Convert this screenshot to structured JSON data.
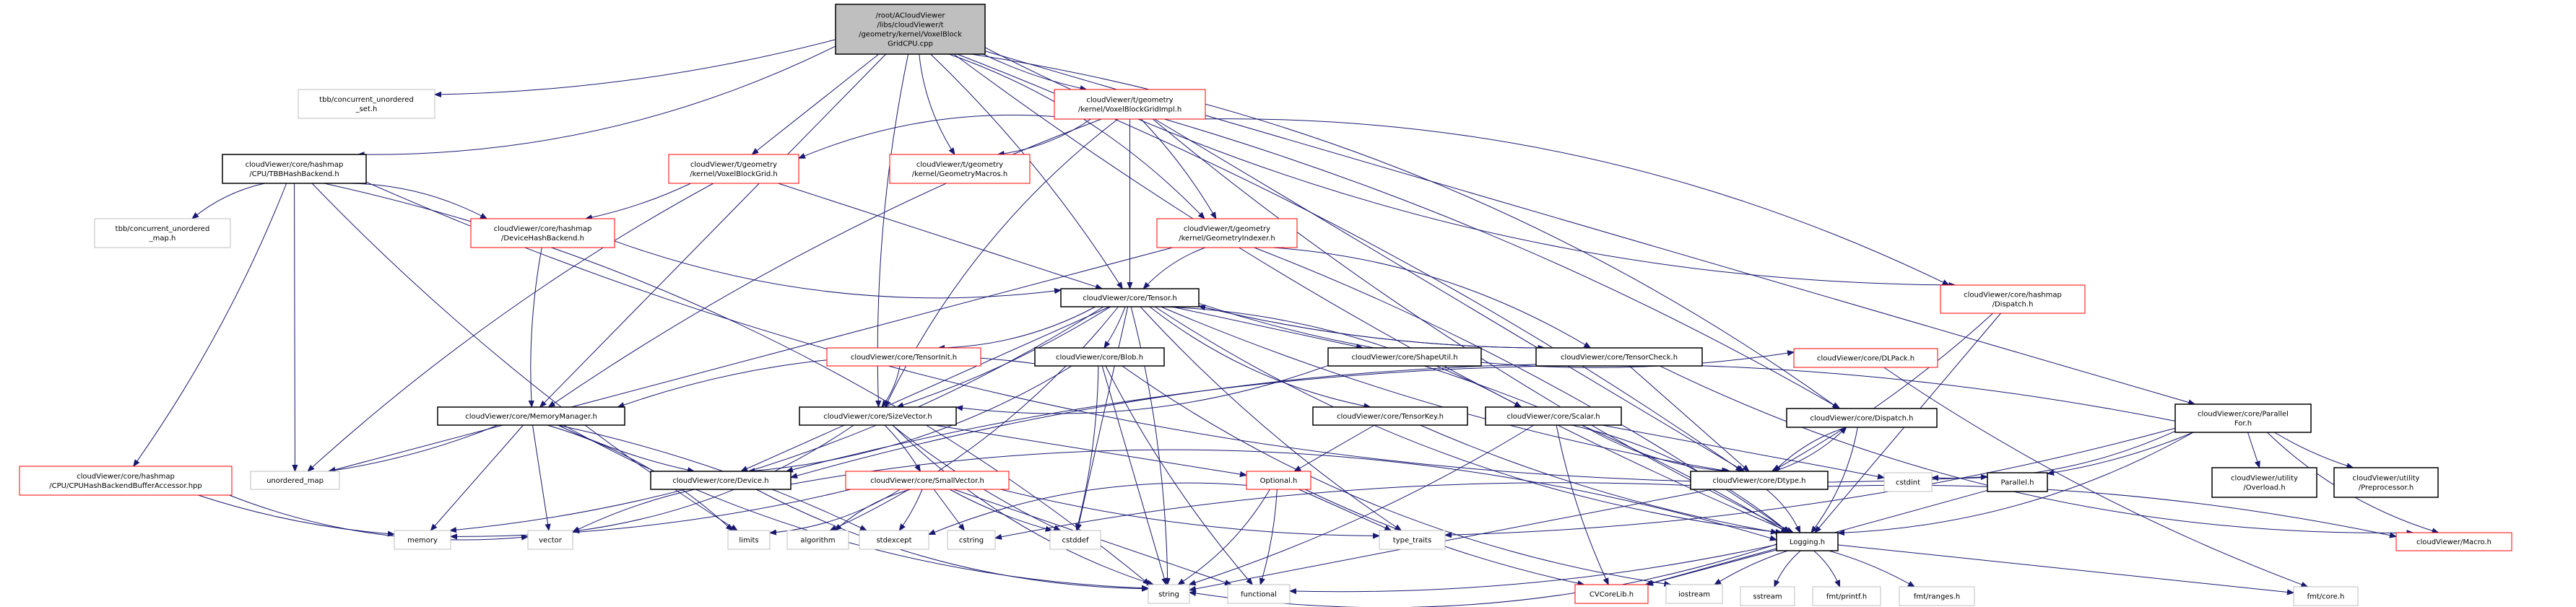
{
  "graph": {
    "colors": {
      "edge": "#191970",
      "root_fill": "#bfbfbf",
      "root_border": "#000000",
      "documented_border": "#000000",
      "missing_docs_border": "#ff0000",
      "external_border": "#bfbfbf"
    },
    "nodes": [
      {
        "id": "root",
        "kind": "root",
        "lines": [
          "/root/ACloudViewer",
          "/libs/cloudViewer/t",
          "/geometry/kernel/VoxelBlock",
          "GridCPU.cpp"
        ]
      },
      {
        "id": "tbb_set",
        "kind": "external",
        "lines": [
          "tbb/concurrent_unordered",
          "_set.h"
        ]
      },
      {
        "id": "tbb_backend",
        "kind": "documented",
        "lines": [
          "cloudViewer/core/hashmap",
          "/CPU/TBBHashBackend.h"
        ]
      },
      {
        "id": "vbg",
        "kind": "red",
        "lines": [
          "cloudViewer/t/geometry",
          "/kernel/VoxelBlockGrid.h"
        ]
      },
      {
        "id": "vbg_impl",
        "kind": "red",
        "lines": [
          "cloudViewer/t/geometry",
          "/kernel/VoxelBlockGridImpl.h"
        ]
      },
      {
        "id": "geom_macros",
        "kind": "red",
        "lines": [
          "cloudViewer/t/geometry",
          "/kernel/GeometryMacros.h"
        ]
      },
      {
        "id": "geom_indexer",
        "kind": "red",
        "lines": [
          "cloudViewer/t/geometry",
          "/kernel/GeometryIndexer.h"
        ]
      },
      {
        "id": "tbb_map",
        "kind": "external",
        "lines": [
          "tbb/concurrent_unordered",
          "_map.h"
        ]
      },
      {
        "id": "device_hash_backend",
        "kind": "red",
        "lines": [
          "cloudViewer/core/hashmap",
          "/DeviceHashBackend.h"
        ]
      },
      {
        "id": "tensor",
        "kind": "documented",
        "lines": [
          "cloudViewer/core/Tensor.h"
        ]
      },
      {
        "id": "hashmap_dispatch",
        "kind": "red",
        "lines": [
          "cloudViewer/core/hashmap",
          "/Dispatch.h"
        ]
      },
      {
        "id": "tensor_init",
        "kind": "red",
        "lines": [
          "cloudViewer/core/TensorInit.h"
        ]
      },
      {
        "id": "blob",
        "kind": "documented",
        "lines": [
          "cloudViewer/core/Blob.h"
        ]
      },
      {
        "id": "shape_util",
        "kind": "documented",
        "lines": [
          "cloudViewer/core/ShapeUtil.h"
        ]
      },
      {
        "id": "tensor_check",
        "kind": "documented",
        "lines": [
          "cloudViewer/core/TensorCheck.h"
        ]
      },
      {
        "id": "dlpack",
        "kind": "red",
        "lines": [
          "cloudViewer/core/DLPack.h"
        ]
      },
      {
        "id": "memory_manager",
        "kind": "documented",
        "lines": [
          "cloudViewer/core/MemoryManager.h"
        ]
      },
      {
        "id": "size_vector",
        "kind": "documented",
        "lines": [
          "cloudViewer/core/SizeVector.h"
        ]
      },
      {
        "id": "tensor_key",
        "kind": "documented",
        "lines": [
          "cloudViewer/core/TensorKey.h"
        ]
      },
      {
        "id": "scalar",
        "kind": "documented",
        "lines": [
          "cloudViewer/core/Scalar.h"
        ]
      },
      {
        "id": "dispatch",
        "kind": "documented",
        "lines": [
          "cloudViewer/core/Dispatch.h"
        ]
      },
      {
        "id": "parallel_for",
        "kind": "documented",
        "lines": [
          "cloudViewer/core/Parallel",
          "For.h"
        ]
      },
      {
        "id": "cpu_accessor",
        "kind": "red",
        "lines": [
          "cloudViewer/core/hashmap",
          "/CPU/CPUHashBackendBufferAccessor.hpp"
        ]
      },
      {
        "id": "unordered_map",
        "kind": "external",
        "lines": [
          "unordered_map"
        ]
      },
      {
        "id": "device",
        "kind": "documented",
        "lines": [
          "cloudViewer/core/Device.h"
        ]
      },
      {
        "id": "small_vector",
        "kind": "red",
        "lines": [
          "cloudViewer/core/SmallVector.h"
        ]
      },
      {
        "id": "optional",
        "kind": "red",
        "lines": [
          "Optional.h"
        ]
      },
      {
        "id": "dtype",
        "kind": "documented",
        "lines": [
          "cloudViewer/core/Dtype.h"
        ]
      },
      {
        "id": "cstdint",
        "kind": "external",
        "lines": [
          "cstdint"
        ]
      },
      {
        "id": "parallel",
        "kind": "documented",
        "lines": [
          "Parallel.h"
        ]
      },
      {
        "id": "overload",
        "kind": "documented",
        "lines": [
          "cloudViewer/utility",
          "/Overload.h"
        ]
      },
      {
        "id": "preprocessor",
        "kind": "documented",
        "lines": [
          "cloudViewer/utility",
          "/Preprocessor.h"
        ]
      },
      {
        "id": "memory",
        "kind": "external",
        "lines": [
          "memory"
        ]
      },
      {
        "id": "vector",
        "kind": "external",
        "lines": [
          "vector"
        ]
      },
      {
        "id": "limits",
        "kind": "external",
        "lines": [
          "limits"
        ]
      },
      {
        "id": "algorithm",
        "kind": "external",
        "lines": [
          "algorithm"
        ]
      },
      {
        "id": "stdexcept",
        "kind": "external",
        "lines": [
          "stdexcept"
        ]
      },
      {
        "id": "cstring",
        "kind": "external",
        "lines": [
          "cstring"
        ]
      },
      {
        "id": "cstddef",
        "kind": "external",
        "lines": [
          "cstddef"
        ]
      },
      {
        "id": "type_traits",
        "kind": "external",
        "lines": [
          "type_traits"
        ]
      },
      {
        "id": "logging",
        "kind": "documented",
        "lines": [
          "Logging.h"
        ]
      },
      {
        "id": "macro",
        "kind": "red",
        "lines": [
          "cloudViewer/Macro.h"
        ]
      },
      {
        "id": "string",
        "kind": "external",
        "lines": [
          "string"
        ]
      },
      {
        "id": "functional",
        "kind": "external",
        "lines": [
          "functional"
        ]
      },
      {
        "id": "cvcorelib",
        "kind": "red",
        "lines": [
          "CVCoreLib.h"
        ]
      },
      {
        "id": "iostream",
        "kind": "external",
        "lines": [
          "iostream"
        ]
      },
      {
        "id": "sstream",
        "kind": "external",
        "lines": [
          "sstream"
        ]
      },
      {
        "id": "fmt_printf",
        "kind": "external",
        "lines": [
          "fmt/printf.h"
        ]
      },
      {
        "id": "fmt_ranges",
        "kind": "external",
        "lines": [
          "fmt/ranges.h"
        ]
      },
      {
        "id": "fmt_core",
        "kind": "external",
        "lines": [
          "fmt/core.h"
        ]
      }
    ],
    "edges": [
      [
        "root",
        "tbb_backend"
      ],
      [
        "root",
        "tbb_set"
      ],
      [
        "root",
        "vbg"
      ],
      [
        "root",
        "vbg_impl"
      ],
      [
        "root",
        "geom_macros"
      ],
      [
        "root",
        "geom_indexer"
      ],
      [
        "root",
        "tensor"
      ],
      [
        "root",
        "memory_manager"
      ],
      [
        "root",
        "size_vector"
      ],
      [
        "root",
        "hashmap_dispatch"
      ],
      [
        "root",
        "dispatch"
      ],
      [
        "root",
        "dtype"
      ],
      [
        "root",
        "parallel_for"
      ],
      [
        "root",
        "logging"
      ],
      [
        "tbb_backend",
        "tbb_map"
      ],
      [
        "tbb_backend",
        "device_hash_backend"
      ],
      [
        "tbb_backend",
        "cpu_accessor"
      ],
      [
        "tbb_backend",
        "unordered_map"
      ],
      [
        "tbb_backend",
        "limits"
      ],
      [
        "tbb_backend",
        "parallel"
      ],
      [
        "tbb_backend",
        "string"
      ],
      [
        "vbg",
        "device_hash_backend"
      ],
      [
        "vbg",
        "tensor"
      ],
      [
        "vbg",
        "unordered_map"
      ],
      [
        "vbg_impl",
        "vbg"
      ],
      [
        "vbg_impl",
        "geom_macros"
      ],
      [
        "vbg_impl",
        "geom_indexer"
      ],
      [
        "vbg_impl",
        "tensor"
      ],
      [
        "vbg_impl",
        "memory_manager"
      ],
      [
        "vbg_impl",
        "size_vector"
      ],
      [
        "vbg_impl",
        "hashmap_dispatch"
      ],
      [
        "vbg_impl",
        "dispatch"
      ],
      [
        "vbg_impl",
        "dtype"
      ],
      [
        "vbg_impl",
        "logging"
      ],
      [
        "geom_indexer",
        "tensor"
      ],
      [
        "geom_indexer",
        "tensor_check"
      ],
      [
        "geom_indexer",
        "logging"
      ],
      [
        "geom_indexer",
        "unordered_map"
      ],
      [
        "device_hash_backend",
        "memory_manager"
      ],
      [
        "device_hash_backend",
        "tensor"
      ],
      [
        "tensor",
        "tensor_init"
      ],
      [
        "tensor",
        "blob"
      ],
      [
        "tensor",
        "shape_util"
      ],
      [
        "tensor",
        "tensor_check"
      ],
      [
        "tensor",
        "tensor_key"
      ],
      [
        "tensor",
        "scalar"
      ],
      [
        "tensor",
        "size_vector"
      ],
      [
        "tensor",
        "device"
      ],
      [
        "tensor",
        "dtype"
      ],
      [
        "tensor",
        "dlpack"
      ],
      [
        "tensor",
        "memory"
      ],
      [
        "tensor",
        "string"
      ],
      [
        "tensor",
        "cstddef"
      ],
      [
        "tensor",
        "type_traits"
      ],
      [
        "tensor",
        "logging"
      ],
      [
        "tensor",
        "algorithm"
      ],
      [
        "tensor_check",
        "tensor"
      ],
      [
        "tensor_check",
        "dtype"
      ],
      [
        "tensor_check",
        "device"
      ],
      [
        "tensor_check",
        "macro"
      ],
      [
        "tensor_init",
        "size_vector"
      ],
      [
        "memory_manager",
        "unordered_map"
      ],
      [
        "memory_manager",
        "memory"
      ],
      [
        "memory_manager",
        "device"
      ],
      [
        "memory_manager",
        "string"
      ],
      [
        "memory_manager",
        "limits"
      ],
      [
        "memory_manager",
        "stdexcept"
      ],
      [
        "memory_manager",
        "vector"
      ],
      [
        "device",
        "vector"
      ],
      [
        "device",
        "string"
      ],
      [
        "device",
        "logging"
      ],
      [
        "size_vector",
        "small_vector"
      ],
      [
        "size_vector",
        "optional"
      ],
      [
        "size_vector",
        "cstddef"
      ],
      [
        "size_vector",
        "string"
      ],
      [
        "size_vector",
        "vector"
      ],
      [
        "small_vector",
        "stdexcept"
      ],
      [
        "small_vector",
        "cstring"
      ],
      [
        "small_vector",
        "cstddef"
      ],
      [
        "small_vector",
        "algorithm"
      ],
      [
        "small_vector",
        "limits"
      ],
      [
        "small_vector",
        "memory"
      ],
      [
        "small_vector",
        "functional"
      ],
      [
        "small_vector",
        "type_traits"
      ],
      [
        "blob",
        "memory_manager"
      ],
      [
        "blob",
        "device"
      ],
      [
        "blob",
        "cstddef"
      ],
      [
        "blob",
        "string"
      ],
      [
        "blob",
        "functional"
      ],
      [
        "blob",
        "iostream"
      ],
      [
        "shape_util",
        "size_vector"
      ],
      [
        "shape_util",
        "logging"
      ],
      [
        "tensor_key",
        "optional"
      ],
      [
        "tensor_key",
        "logging"
      ],
      [
        "scalar",
        "dtype"
      ],
      [
        "scalar",
        "logging"
      ],
      [
        "scalar",
        "string"
      ],
      [
        "scalar",
        "cstdint"
      ],
      [
        "scalar",
        "cvcorelib"
      ],
      [
        "optional",
        "stdexcept"
      ],
      [
        "optional",
        "string"
      ],
      [
        "optional",
        "functional"
      ],
      [
        "optional",
        "type_traits"
      ],
      [
        "optional",
        "cvcorelib"
      ],
      [
        "dtype",
        "dispatch"
      ],
      [
        "dtype",
        "logging"
      ],
      [
        "dtype",
        "macro"
      ],
      [
        "dtype",
        "string"
      ],
      [
        "dtype",
        "cstring"
      ],
      [
        "dispatch",
        "dtype"
      ],
      [
        "dispatch",
        "logging"
      ],
      [
        "hashmap_dispatch",
        "dtype"
      ],
      [
        "hashmap_dispatch",
        "logging"
      ],
      [
        "dlpack",
        "fmt_core"
      ],
      [
        "parallel_for",
        "device"
      ],
      [
        "parallel_for",
        "cstdint"
      ],
      [
        "parallel_for",
        "parallel"
      ],
      [
        "parallel_for",
        "overload"
      ],
      [
        "parallel_for",
        "preprocessor"
      ],
      [
        "parallel_for",
        "macro"
      ],
      [
        "parallel_for",
        "logging"
      ],
      [
        "parallel_for",
        "type_traits"
      ],
      [
        "parallel",
        "cvcorelib"
      ],
      [
        "cpu_accessor",
        "memory"
      ],
      [
        "cpu_accessor",
        "vector"
      ],
      [
        "logging",
        "string"
      ],
      [
        "logging",
        "functional"
      ],
      [
        "logging",
        "cvcorelib"
      ],
      [
        "logging",
        "iostream"
      ],
      [
        "logging",
        "sstream"
      ],
      [
        "logging",
        "fmt_printf"
      ],
      [
        "logging",
        "fmt_ranges"
      ],
      [
        "logging",
        "fmt_core"
      ]
    ]
  }
}
